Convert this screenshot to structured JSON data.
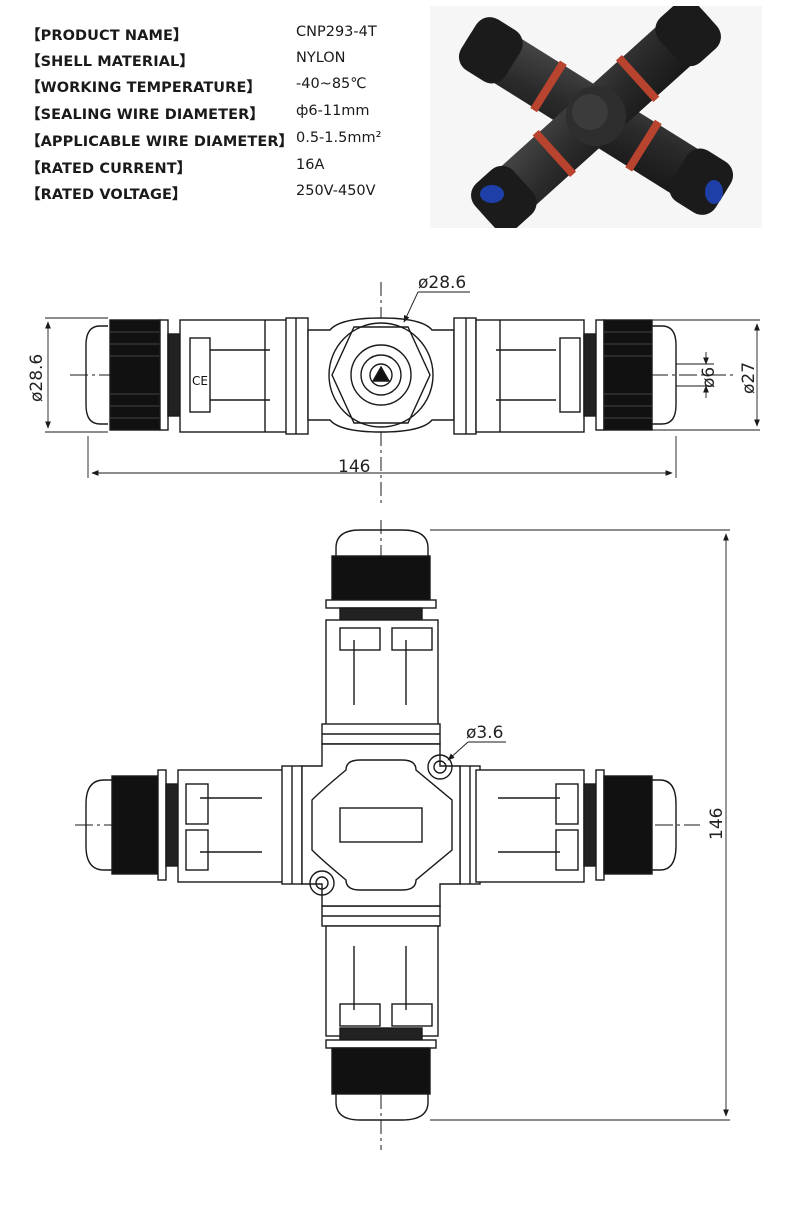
{
  "specs": [
    {
      "key": "【PRODUCT NAME】",
      "value": "CNP293-4T"
    },
    {
      "key": "【SHELL MATERIAL】",
      "value": "NYLON"
    },
    {
      "key": "【WORKING TEMPERATURE】",
      "value": "-40~85℃"
    },
    {
      "key": "【SEALING WIRE DIAMETER】",
      "value": "ф6-11mm"
    },
    {
      "key": "【APPLICABLE WIRE DIAMETER】",
      "value": "0.5-1.5mm²"
    },
    {
      "key": "【RATED CURRENT】",
      "value": "16A"
    },
    {
      "key": "【RATED VOLTAGE】",
      "value": "250V-450V"
    }
  ],
  "dimensions": {
    "top_diameter": "ø28.6",
    "left_height": "ø28.6",
    "right_height": "ø27",
    "cable": "ø6",
    "overall_length": "146",
    "screw_hole": "ø3.6",
    "overall_height": "146"
  },
  "colors": {
    "body": "#2b2b2b",
    "accent_ring": "#c0392b",
    "cable_gland": "#1e3fa8",
    "line": "#1a1a1a"
  }
}
